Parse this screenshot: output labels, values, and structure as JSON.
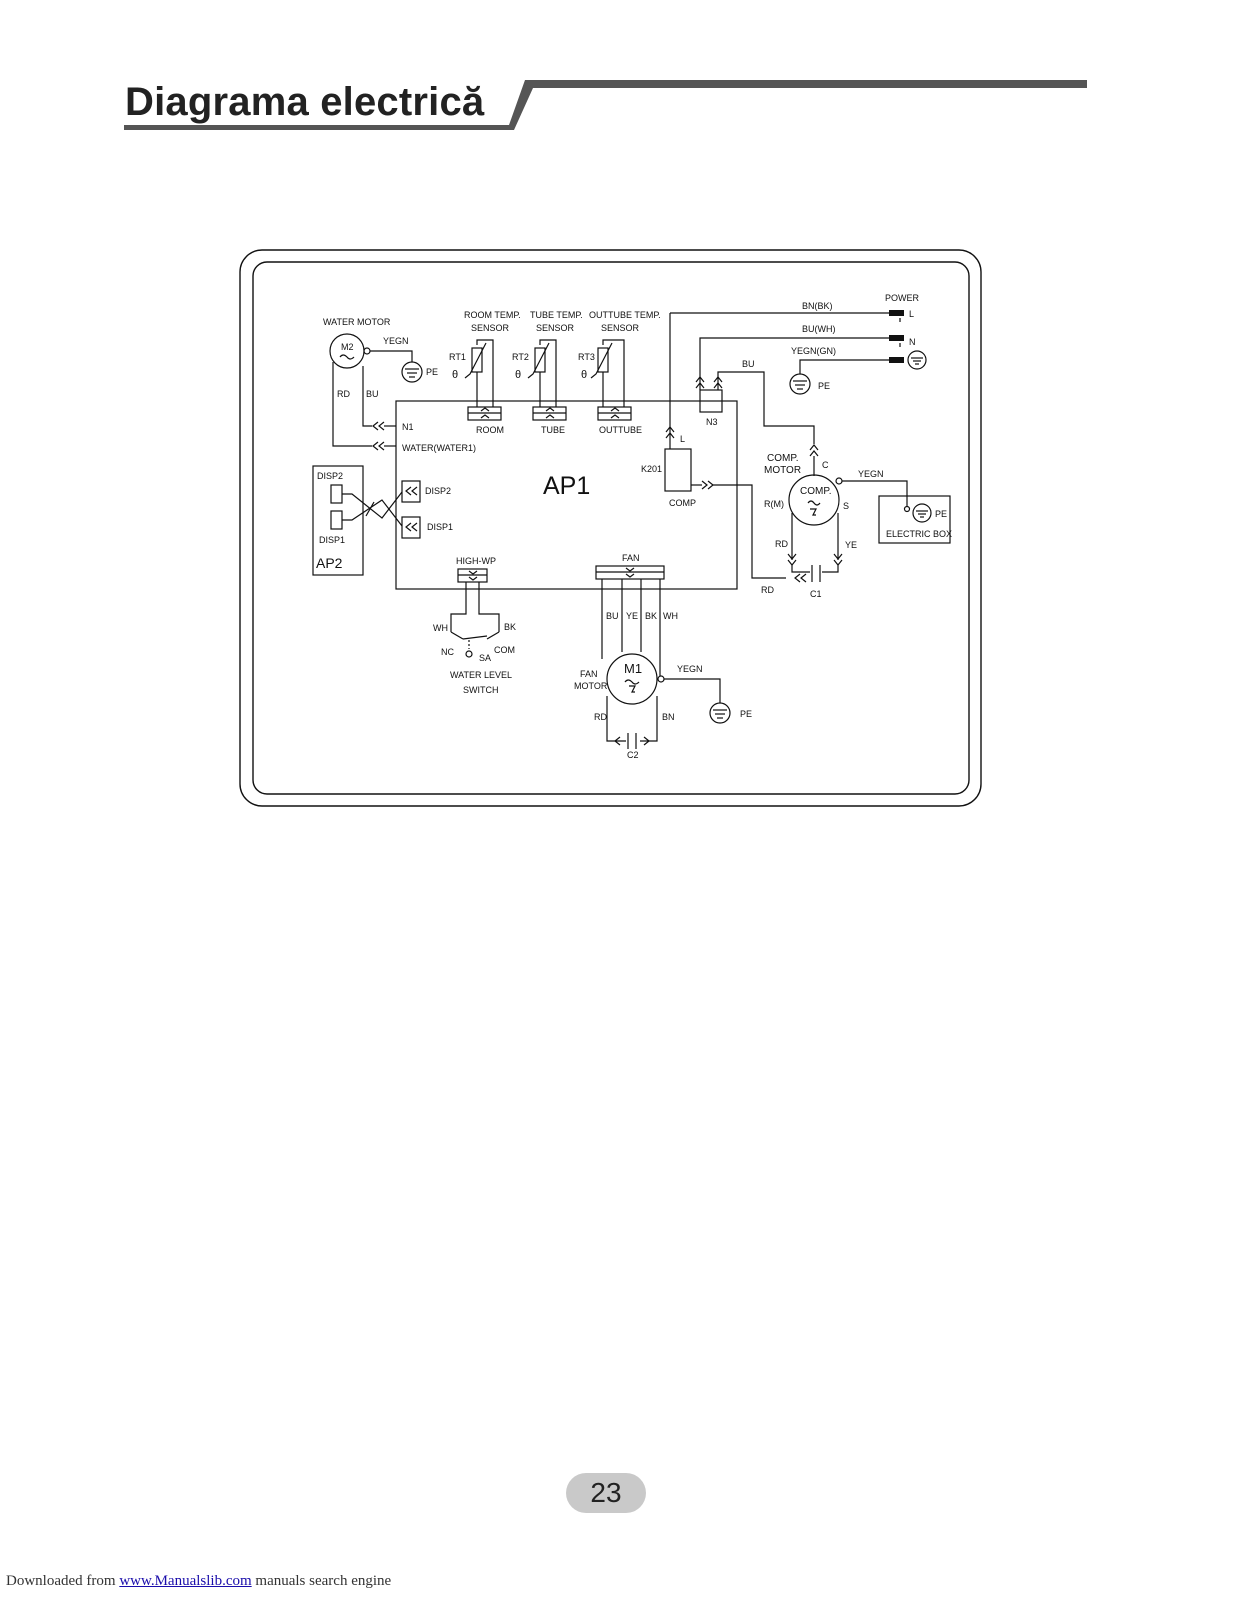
{
  "header": {
    "title": "Diagrama electrică"
  },
  "labels": {
    "water_motor": "WATER MOTOR",
    "m2": "M2",
    "yegn_m2": "YEGN",
    "pe_m2": "PE",
    "rd_m2": "RD",
    "bu_m2": "BU",
    "n1": "N1",
    "water": "WATER(WATER1)",
    "room_sensor_1": "ROOM TEMP.",
    "room_sensor_2": "SENSOR",
    "tube_sensor_1": "TUBE TEMP.",
    "tube_sensor_2": "SENSOR",
    "out_sensor_1": "OUTTUBE TEMP.",
    "out_sensor_2": "SENSOR",
    "rt1": "RT1",
    "rt2": "RT2",
    "rt3": "RT3",
    "theta1": "θ",
    "theta2": "θ",
    "theta3": "θ",
    "room": "ROOM",
    "tube": "TUBE",
    "outtube": "OUTTUBE",
    "ap1": "AP1",
    "disp2_box": "DISP2",
    "disp1_box": "DISP1",
    "ap2": "AP2",
    "disp2_conn": "DISP2",
    "disp1_conn": "DISP1",
    "high_wp": "HIGH-WP",
    "wh_sw": "WH",
    "bk_sw": "BK",
    "nc": "NC",
    "sa": "SA",
    "com": "COM",
    "wls_1": "WATER LEVEL",
    "wls_2": "SWITCH",
    "fan": "FAN",
    "bu_fan": "BU",
    "ye_fan": "YE",
    "bk_fan": "BK",
    "wh_fan": "WH",
    "fan_motor_1": "FAN",
    "fan_motor_2": "MOTOR",
    "m1": "M1",
    "yegn_m1": "YEGN",
    "pe_m1": "PE",
    "rd_m1": "RD",
    "bn_m1": "BN",
    "c2": "C2",
    "k201": "K201",
    "comp_k": "COMP",
    "l_k": "L",
    "n3": "N3",
    "bu_n3": "BU",
    "bn_bk": "BN(BK)",
    "bu_wh": "BU(WH)",
    "yegn_gn": "YEGN(GN)",
    "power": "POWER",
    "l": "L",
    "n": "N",
    "pe_top": "PE",
    "comp_motor_1": "COMP.",
    "comp_motor_2": "MOTOR",
    "c_term": "C",
    "comp_circle": "COMP.",
    "r_m": "R(M)",
    "s_term": "S",
    "rd_c1a": "RD",
    "ye_c1": "YE",
    "rd_c1b": "RD",
    "c1": "C1",
    "yegn_comp": "YEGN",
    "pe_box": "PE",
    "electric_box": "ELECTRIC BOX"
  },
  "page": {
    "number": "23"
  },
  "footer": {
    "prefix": "Downloaded from ",
    "link": "www.Manualslib.com",
    "suffix": " manuals search engine"
  }
}
